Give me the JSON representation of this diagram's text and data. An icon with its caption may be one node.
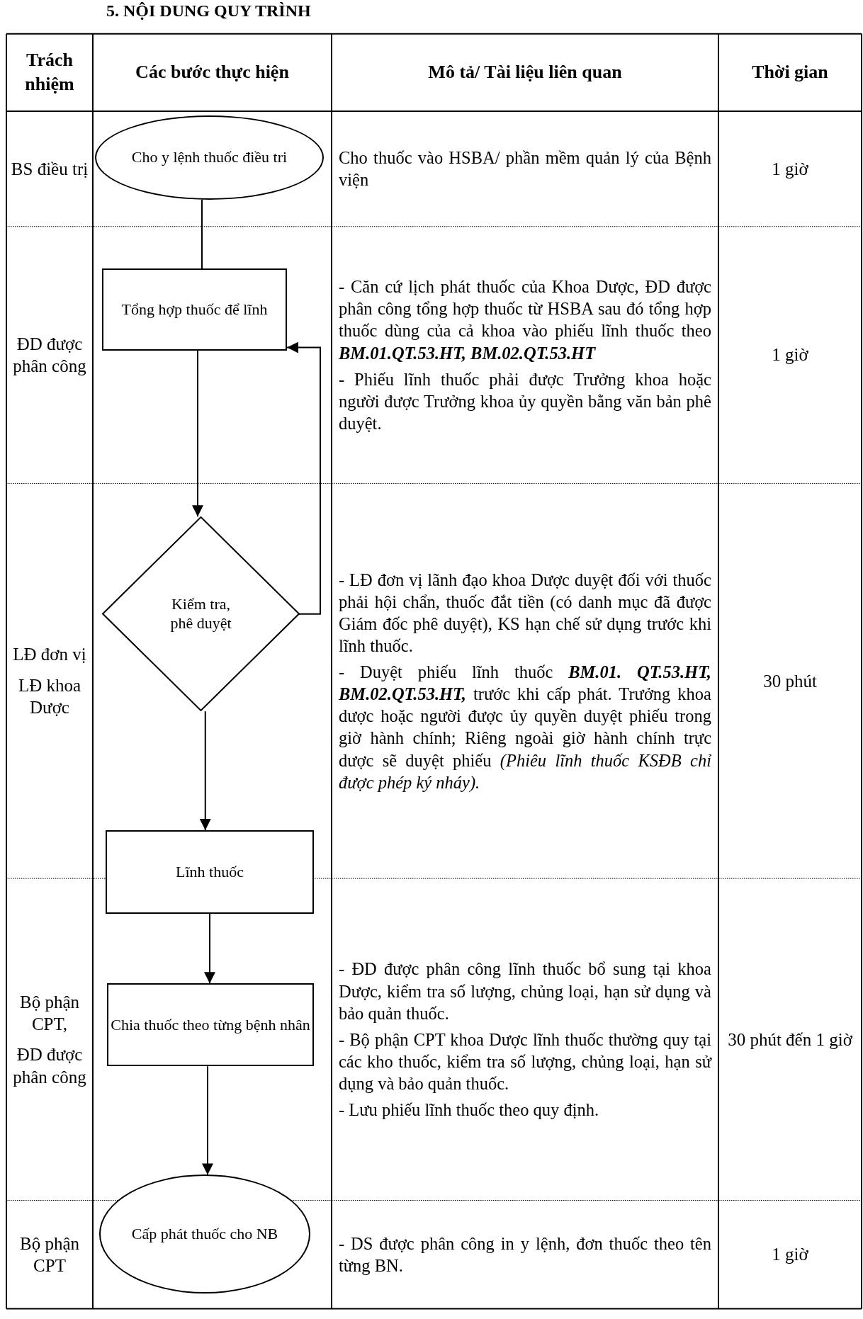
{
  "diagram": {
    "title": "5. NỘI DUNG QUY TRÌNH",
    "nodes": [
      {
        "text": [
          "Cho y lệnh thuốc điều tri"
        ]
      },
      {
        "text": [
          "Tổng hợp thuốc để lĩnh"
        ]
      },
      {
        "text": [
          "Kiểm tra, phê duyệt"
        ]
      },
      {
        "text": [
          "Lĩnh thuốc"
        ]
      },
      {
        "text": [
          "Chia thuốc theo từng bệnh nhân"
        ]
      },
      {
        "text": [
          "Cấp phát thuốc cho NB"
        ]
      }
    ],
    "edges": [
      {
        "from": 0,
        "to": 1,
        "arrow": "none"
      },
      {
        "from": 1,
        "to": 2,
        "arrow": "to"
      },
      {
        "from": 2,
        "to": 1,
        "arrow": "to"
      },
      {
        "from": 2,
        "to": 3,
        "arrow": "to"
      },
      {
        "from": 3,
        "to": 4,
        "arrow": "to"
      },
      {
        "from": 4,
        "to": 5,
        "arrow": "to"
      }
    ],
    "labels": [
      "Trách nhiệm",
      "Các bước thực hiện",
      "Mô tả/ Tài liệu liên quan",
      "Thời gian",
      "BS điều trị",
      "Cho thuốc vào HSBA/ phần mềm quản lý của Bệnh viện",
      "1 giờ",
      "ĐD được phân công",
      "- Căn cứ lịch phát thuốc của Khoa Dược, ĐD được phân công tổng hợp thuốc từ HSBA sau đó tổng hợp thuốc dùng của cả khoa vào phiếu lĩnh thuốc theo **BM.01.QT.53.HT, BM.02.QT.53.HT**",
      "- Phiếu lĩnh thuốc phải được Trưởng khoa hoặc người được Trưởng khoa ủy quyền bằng văn bản phê duyệt.",
      "1 giờ",
      "LĐ đơn vị",
      "LĐ khoa Dược",
      "- LĐ đơn vị lãnh đạo khoa Dược duyệt đối với thuốc phải hội chẩn, thuốc đắt tiền (có danh mục đã được Giám đốc phê duyệt), KS hạn chế sử dụng trước khi lĩnh thuốc.",
      "- Duyệt phiếu lĩnh thuốc **BM.01. QT.53.HT, BM.02.QT.53.HT,** trước khi cấp phát. Trưởng khoa dược hoặc người được ủy quyền duyệt phiếu trong giờ hành chính; Riêng ngoài giờ hành chính trực dược sẽ duyệt phiếu *(Phiêu lĩnh thuốc KSĐB chỉ được phép ký nháy).*",
      "30 phút",
      "Bộ phận CPT,",
      "ĐD được phân công",
      "- ĐD được phân công lĩnh thuốc bổ sung tại khoa Dược, kiểm tra số lượng, chủng loại, hạn sử dụng và bảo quản thuốc.",
      "- Bộ phận CPT khoa Dược lĩnh thuốc thường quy tại các kho thuốc, kiểm tra số lượng, chủng loại, hạn sử dụng và bảo quản thuốc.",
      "- Lưu phiếu lĩnh thuốc theo quy định.",
      "30 phút đến 1 giờ",
      "Bộ phận CPT",
      "- DS được phân công in y lệnh, đơn thuốc theo tên từng BN.",
      "1 giờ"
    ]
  }
}
